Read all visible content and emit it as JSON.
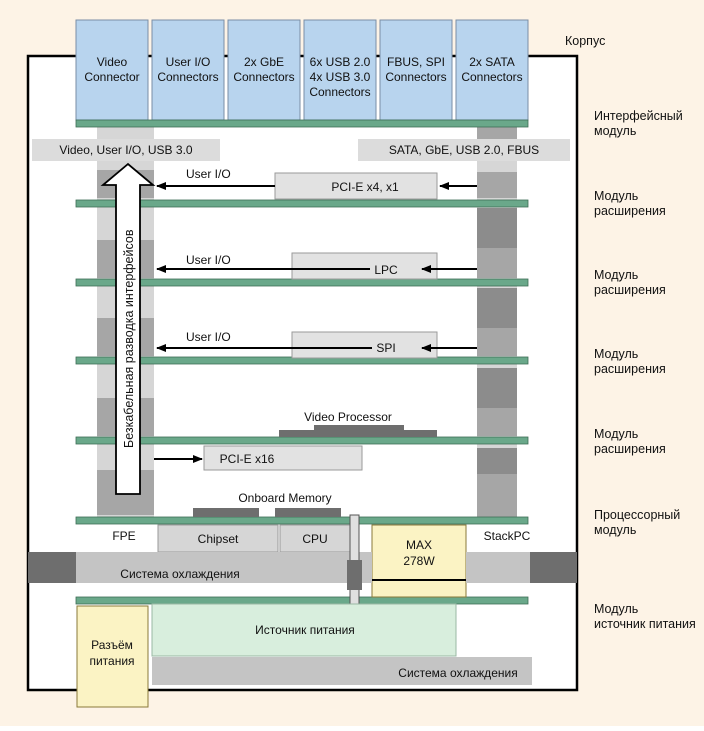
{
  "colors": {
    "background": "#fdf3e6",
    "connector": "#b8d4ee",
    "board": "#6aa88a",
    "gray_light": "#d6d6d6",
    "gray_mid": "#a6a6a6",
    "gray_dark": "#6e6e6e",
    "power": "#fbf3c4",
    "psu": "#d8eedd"
  },
  "connectors": [
    "Video Connector",
    "User I/O Connectors",
    "2x GbE Connectors",
    "6x USB 2.0 4x USB 3.0 Connectors",
    "FBUS, SPI Connectors",
    "2x SATA Connectors"
  ],
  "labels": {
    "left_bar": "Video, User I/O, USB 3.0",
    "right_bar": "SATA, GbE, USB 2.0, FBUS",
    "user_io": "User I/O",
    "pcie_x4": "PCI-E x4, x1",
    "lpc": "LPC",
    "spi": "SPI",
    "video_processor": "Video Processor",
    "pcie_x16": "PCI-E x16",
    "vertical": "Безкабельная разводка интерфейсов",
    "onboard_memory": "Onboard Memory",
    "fpe": "FPE",
    "stackpc": "StackPC",
    "chipset": "Chipset",
    "cpu": "CPU",
    "max": "MAX",
    "watts": "278W",
    "cooling_1": "Система охлаждения",
    "psu": "Источник питания",
    "power_connector": "Разъём питания",
    "cooling_2": "Система охлаждения"
  },
  "side_labels": {
    "case": "Корпус",
    "interface": "Интерфейсный модуль",
    "expansion": "Модуль расширения",
    "processor": "Процессорный модуль",
    "power": "Модуль источник питания"
  }
}
